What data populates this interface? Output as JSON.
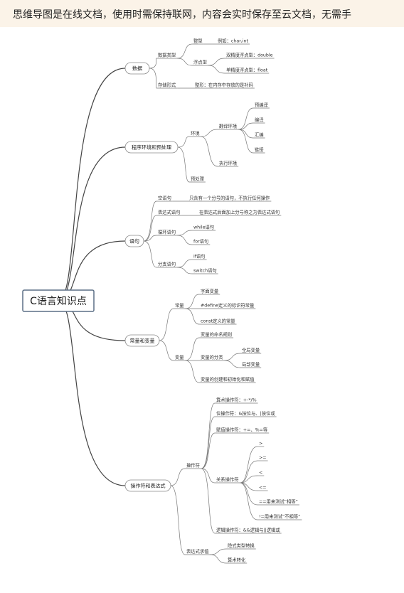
{
  "banner": "思维导图是在线文档，使用时需保持联网，内容会实时保存至云文档，无需手",
  "mindmap": {
    "root": "C语言知识点",
    "branches": [
      {
        "label": "数据",
        "children": [
          {
            "label": "数据类型",
            "children": [
              {
                "label": "整型",
                "children": [
                  {
                    "label": "例如：char,int"
                  }
                ]
              },
              {
                "label": "浮点型",
                "children": [
                  {
                    "label": "双精度浮点型：double"
                  },
                  {
                    "label": "单精度浮点型：float"
                  }
                ]
              }
            ]
          },
          {
            "label": "存储形式",
            "children": [
              {
                "label": "整形：在内存中存放的是补码"
              }
            ]
          }
        ]
      },
      {
        "label": "程序环境和预处理",
        "children": [
          {
            "label": "环境",
            "children": [
              {
                "label": "翻译环境",
                "children": [
                  {
                    "label": "预编译"
                  },
                  {
                    "label": "编译"
                  },
                  {
                    "label": "汇编"
                  },
                  {
                    "label": "链接"
                  }
                ]
              },
              {
                "label": "执行环境"
              }
            ]
          },
          {
            "label": "预处理"
          }
        ]
      },
      {
        "label": "语句",
        "children": [
          {
            "label": "空语句",
            "children": [
              {
                "label": "只含有一个分号的语句，不执行任何操作"
              }
            ]
          },
          {
            "label": "表达式语句",
            "children": [
              {
                "label": "在表达式后面加上分号称之为表达式语句"
              }
            ]
          },
          {
            "label": "循环语句",
            "children": [
              {
                "label": "while语句"
              },
              {
                "label": "for语句"
              }
            ]
          },
          {
            "label": "分支语句",
            "children": [
              {
                "label": "if语句"
              },
              {
                "label": "switch语句"
              }
            ]
          }
        ]
      },
      {
        "label": "常量和变量",
        "children": [
          {
            "label": "常量",
            "children": [
              {
                "label": "字面变量"
              },
              {
                "label": "#define定义的标识符常量"
              },
              {
                "label": "const定义的常量"
              }
            ]
          },
          {
            "label": "变量",
            "children": [
              {
                "label": "变量的命名规则"
              },
              {
                "label": "变量的分类",
                "children": [
                  {
                    "label": "全局变量"
                  },
                  {
                    "label": "局部变量"
                  }
                ]
              },
              {
                "label": "变量的创建和初始化和赋值"
              }
            ]
          }
        ]
      },
      {
        "label": "操作符和表达式",
        "children": [
          {
            "label": "操作符",
            "children": [
              {
                "label": "算术操作符：+-*/%"
              },
              {
                "label": "位操作符：&按位与、|按位或"
              },
              {
                "label": "赋值操作符：+=、%=等"
              },
              {
                "label": "关系操作符",
                "children": [
                  {
                    "label": ">"
                  },
                  {
                    "label": ">="
                  },
                  {
                    "label": "<"
                  },
                  {
                    "label": "<="
                  },
                  {
                    "label": "==用来测试“相等”"
                  },
                  {
                    "label": "!=用来测试“不相等”"
                  }
                ]
              },
              {
                "label": "逻辑操作符：&&逻辑与||逻辑或"
              }
            ]
          },
          {
            "label": "表达式求值",
            "children": [
              {
                "label": "隐式类型转换"
              },
              {
                "label": "算术转化"
              }
            ]
          }
        ]
      }
    ]
  }
}
